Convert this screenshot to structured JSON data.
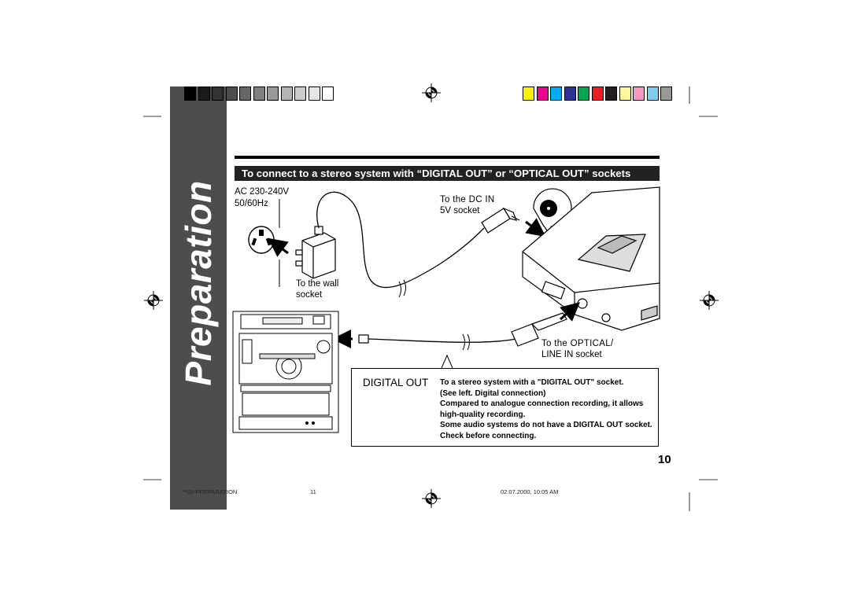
{
  "side_tab": {
    "title": "Preparation",
    "color": "#4d4d4d"
  },
  "color_bars": {
    "grayscale": [
      "#000000",
      "#1a1a1a",
      "#333333",
      "#4d4d4d",
      "#666666",
      "#808080",
      "#999999",
      "#b3b3b3",
      "#cccccc",
      "#e6e6e6",
      "#ffffff"
    ],
    "process": [
      "#fff200",
      "#ec008c",
      "#00aeef",
      "#2e3192",
      "#00a651",
      "#ed1c24",
      "#231f20",
      "#fff799",
      "#f49ac1",
      "#7fcdee",
      "#999999"
    ]
  },
  "section": {
    "header": "To connect to a stereo system with “DIGITAL OUT” or “OPTICAL OUT” sockets"
  },
  "labels": {
    "ac_power": "AC 230-240V",
    "ac_frequency": "50/60Hz",
    "wall_line1": "To the wall",
    "wall_line2": "socket",
    "dc_line1": "To the DC IN",
    "dc_line2": "5V socket",
    "optical_line1": "To the OPTICAL/",
    "optical_line2": "LINE IN socket"
  },
  "info_box": {
    "title": "DIGITAL OUT",
    "lines": [
      "To a stereo system with a \"DIGITAL OUT\" socket.",
      "(See left. Digital connection)",
      "Compared to analogue connection recording, it allows",
      "high-quality recording.",
      "Some audio systems do not have a DIGITAL OUT socket.",
      "Check before connecting."
    ]
  },
  "page_number": "10",
  "footer": {
    "file": "**02-PREPARATION",
    "sheet": "11",
    "timestamp": "02.07.2000, 10:05 AM"
  },
  "icons": [
    "registration-mark-icon",
    "wall-outlet-icon",
    "ac-adapter-icon",
    "dc-plug-icon",
    "optical-plug-icon",
    "arrow-icon",
    "stereo-system-icon",
    "md-player-icon",
    "digital-out-socket-icon"
  ]
}
